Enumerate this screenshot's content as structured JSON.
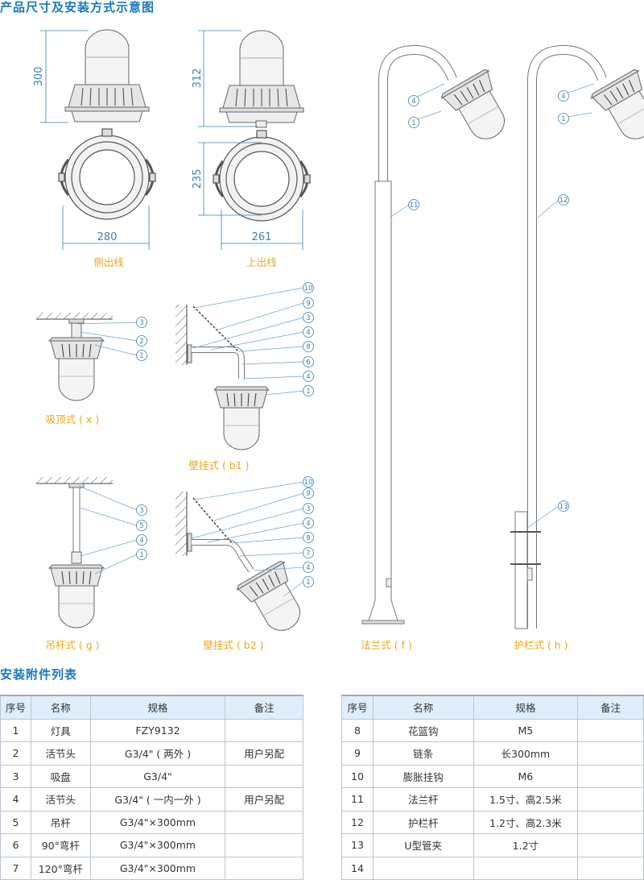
{
  "section1_title": "产品尺寸及安装方式示意图",
  "section2_title": "安装附件列表",
  "dimensions": {
    "side_height": "300",
    "side_width": "280",
    "top_height": "312",
    "top_depth": "235",
    "top_width": "261"
  },
  "captions": {
    "side_outlet": "侧出线",
    "top_outlet": "上出线",
    "ceiling": "吸顶式 ( x )",
    "wall_b1": "壁挂式 ( b1 )",
    "pendant": "吊杆式 ( g )",
    "wall_b2": "壁挂式 ( b2 )",
    "flange": "法兰式 ( f )",
    "guardrail": "护栏式 ( h )"
  },
  "callouts": {
    "ceiling": [
      "3",
      "2",
      "1"
    ],
    "wall_b1": [
      "10",
      "9",
      "3",
      "4",
      "8",
      "6",
      "4",
      "1"
    ],
    "pendant": [
      "3",
      "5",
      "4",
      "1"
    ],
    "wall_b2": [
      "10",
      "9",
      "3",
      "4",
      "8",
      "7",
      "4",
      "1"
    ],
    "flange": [
      "4",
      "1",
      "11"
    ],
    "guardrail": [
      "4",
      "1",
      "12",
      "13"
    ]
  },
  "table": {
    "headers": [
      "序号",
      "名称",
      "规格",
      "备注"
    ],
    "left_rows": [
      [
        "1",
        "灯具",
        "FZY9132",
        ""
      ],
      [
        "2",
        "活节头",
        "G3/4\" ( 两外 )",
        "用户另配"
      ],
      [
        "3",
        "吸盘",
        "G3/4\"",
        ""
      ],
      [
        "4",
        "活节头",
        "G3/4\" ( 一内一外 )",
        "用户另配"
      ],
      [
        "5",
        "吊杆",
        "G3/4\"×300mm",
        ""
      ],
      [
        "6",
        "90°弯杆",
        "G3/4\"×300mm",
        ""
      ],
      [
        "7",
        "120°弯杆",
        "G3/4\"×300mm",
        ""
      ]
    ],
    "right_rows": [
      [
        "8",
        "花篮钩",
        "M5",
        ""
      ],
      [
        "9",
        "链条",
        "长300mm",
        ""
      ],
      [
        "10",
        "膨胀挂钩",
        "M6",
        ""
      ],
      [
        "11",
        "法兰杆",
        "1.5寸、高2.5米",
        ""
      ],
      [
        "12",
        "护栏杆",
        "1.2寸、高2.3米",
        ""
      ],
      [
        "13",
        "U型管夹",
        "1.2寸",
        ""
      ],
      [
        "14",
        "",
        "",
        ""
      ]
    ]
  },
  "colors": {
    "title": "#1b78bd",
    "caption": "#e9a81a",
    "callout": "#3b7fb3",
    "header_bg": "#dfeefa"
  }
}
